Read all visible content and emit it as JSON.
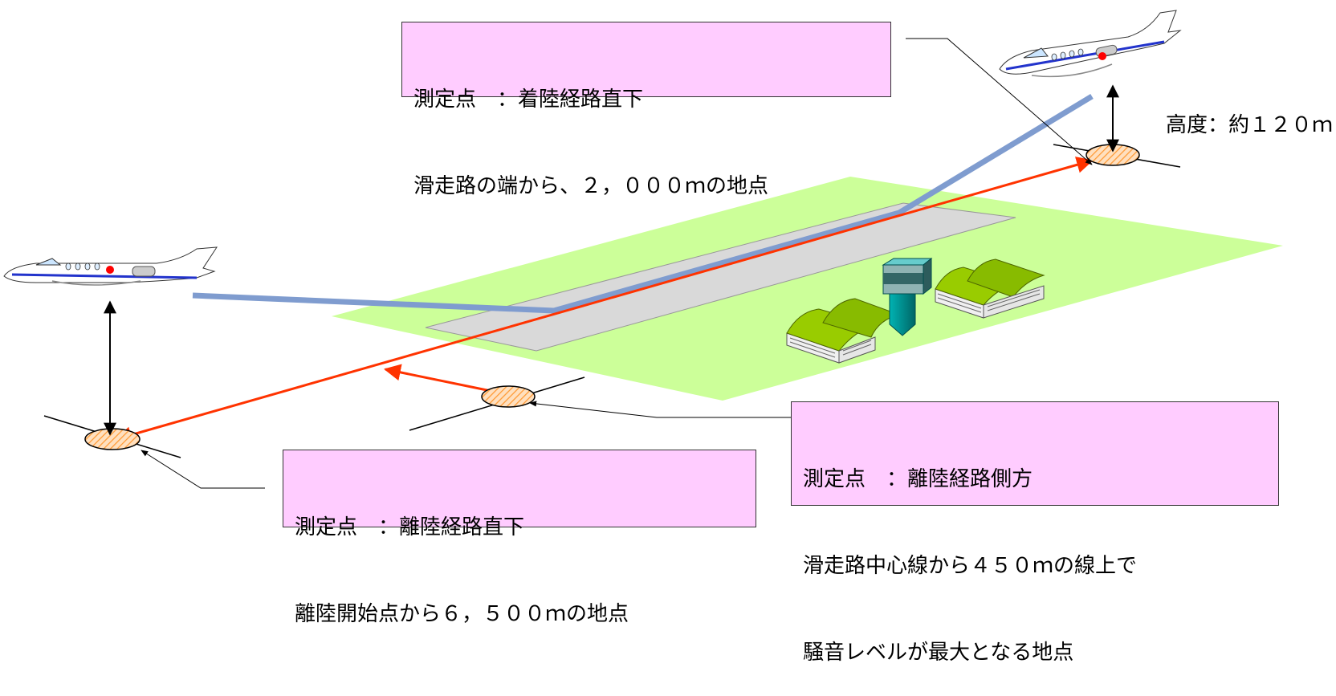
{
  "colors": {
    "grass": "#ccff99",
    "runway": "#d9d9d9",
    "flight_path": "#7f9ccf",
    "measure_line": "#ff3300",
    "label_bg": "#ffccff",
    "hangar_roof": "#99cc00",
    "tower": "#009999",
    "ellipse_fill": "#ffcc99"
  },
  "landing_point": {
    "line1": "測定点　：着陸経路直下",
    "line2": "滑走路の端から、２，０００ｍの地点"
  },
  "side_point": {
    "line1": "測定点　：離陸経路側方",
    "line2": "滑走路中心線から４５０ｍの線上で",
    "line3": "騒音レベルが最大となる地点"
  },
  "takeoff_point": {
    "line1": "測定点　：離陸経路直下",
    "line2": "離陸開始点から６，５００ｍの地点"
  },
  "altitude": {
    "label": "高度：約１２０ｍ"
  },
  "icons": [
    "aircraft-takeoff-icon",
    "aircraft-landing-icon",
    "control-tower-icon",
    "hangar-icon"
  ]
}
